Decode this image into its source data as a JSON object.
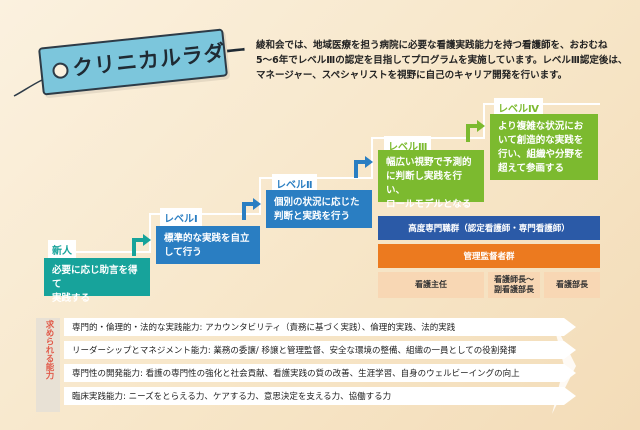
{
  "title": "クリニカルラダー",
  "intro_lines": [
    "綾和会では、地域医療を担う病院に必要な看護実践能力を持つ看護師を、おおむね",
    "5～6年でレベルⅢの認定を目指してプログラムを実施しています。レベルⅢ認定後は、",
    "マネージャー、スペシャリストを視野に自己のキャリア開発を行います。"
  ],
  "levels": [
    {
      "label": "新人",
      "text_lines": [
        "必要に応じ助言を得て",
        "実践する"
      ]
    },
    {
      "label": "レベルⅠ",
      "text_lines": [
        "標準的な実践を自立",
        "して行う"
      ]
    },
    {
      "label": "レベルⅡ",
      "text_lines": [
        "個別の状況に応じた",
        "判断と実践を行う"
      ]
    },
    {
      "label": "レベルⅢ",
      "text_lines": [
        "幅広い視野で予測的",
        "に判断し実践を行い、",
        "ロールモデルとなる"
      ]
    },
    {
      "label": "レベルⅣ",
      "text_lines": [
        "より複雑な状況にお",
        "いて創造的な実践を",
        "行い、組織や分野を",
        "超えて参画する"
      ]
    }
  ],
  "specialist_group": "高度専門職群（認定看護師・専門看護師）",
  "management_group": "管理監督者群",
  "roles": [
    "看護主任",
    "看護師長～\n副看護部長",
    "看護部長"
  ],
  "competency_side_label": "求められる能力",
  "competencies": [
    "専門的・倫理的・法的な実践能力: アカウンタビリティ（責務に基づく実践）、倫理的実践、法的実践",
    "リーダーシップとマネジメント能力: 業務の委譲/ 移譲と管理監督、安全な環境の整備、組織の一員としての役割発揮",
    "専門性の開発能力: 看護の専門性の強化と社会貢献、看護実践の質の改善、生涯学習、自身のウェルビーイングの向上",
    "臨床実践能力: ニーズをとらえる力、ケアする力、意思決定を支える力、協働する力"
  ],
  "colors": {
    "teal": "#17a39b",
    "blue": "#2a7ec2",
    "green": "#7cba2f",
    "navy": "#2b5aa7",
    "orange": "#ec7a1f",
    "peach": "#f8d7b4",
    "title_bg": "#7cc6dc"
  }
}
